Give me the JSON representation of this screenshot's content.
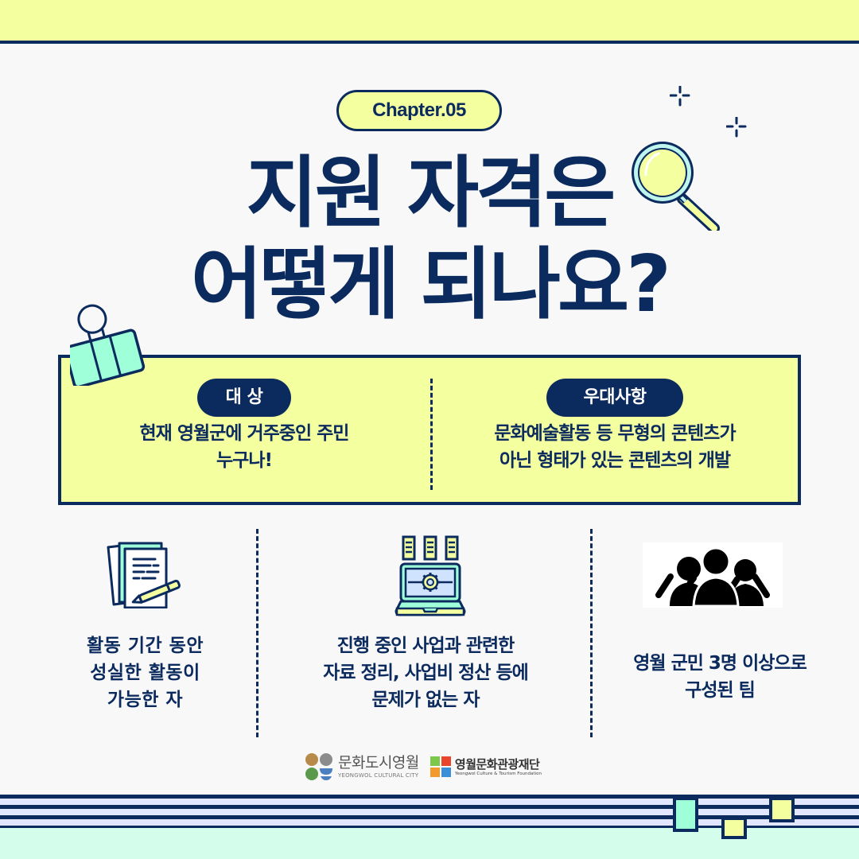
{
  "chapter_label": "Chapter.05",
  "headline": {
    "line1": "지원 자격은",
    "line2": "어떻게 되나요?"
  },
  "info_box": {
    "target": {
      "label": "대 상",
      "line1": "현재 영월군에 거주중인 주민",
      "line2": "누구나!"
    },
    "preference": {
      "label": "우대사항",
      "line1": "문화예술활동 등 무형의 콘텐츠가",
      "line2": "아닌 형태가 있는 콘텐츠의 개발"
    }
  },
  "requirements": [
    {
      "icon": "document-pen-icon",
      "lines": [
        "활동 기간 동안",
        "성실한 활동이",
        "가능한 자"
      ]
    },
    {
      "icon": "laptop-settings-icon",
      "lines": [
        "진행 중인 사업과 관련한",
        "자료 정리, 사업비 정산 등에",
        "문제가 없는 자"
      ]
    },
    {
      "icon": "group-people-icon",
      "lines": [
        "영월 군민 3명 이상으로",
        "구성된 팀"
      ]
    }
  ],
  "footer": {
    "logo1": {
      "ko": "문화도시영월",
      "en": "YEONGWOL CULTURAL CITY"
    },
    "logo2": {
      "ko": "영월문화관광재단",
      "en": "Yeongwol Culture & Tourism Foundation"
    }
  },
  "colors": {
    "navy": "#0b2a5e",
    "yellow": "#f4ffa0",
    "mint": "#9effd9",
    "lavender": "#e2e6ff",
    "mint_light": "#d4fdec",
    "background": "#f8f8f8"
  }
}
